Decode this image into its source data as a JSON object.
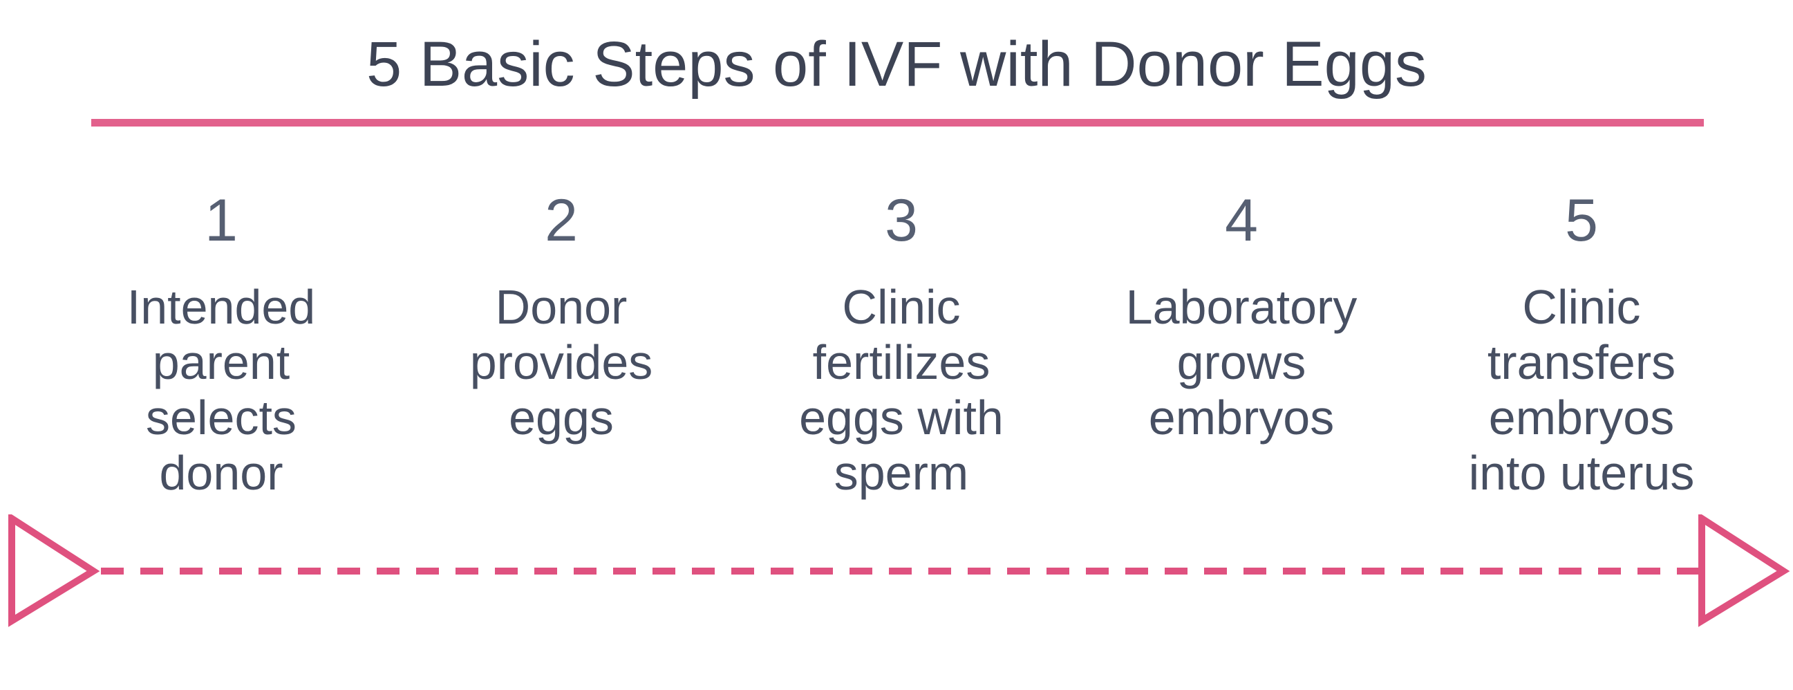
{
  "title": {
    "text": "5 Basic Steps of IVF with Donor Eggs"
  },
  "colors": {
    "title_text": "#3d4354",
    "number_text": "#565f72",
    "description_text": "#474f62",
    "rule_pink": "#e2618c",
    "arrow_pink": "#df517f",
    "background": "#ffffff"
  },
  "steps": [
    {
      "number": "1",
      "label": "Intended\nparent\nselects\ndonor"
    },
    {
      "number": "2",
      "label": "Donor\nprovides\neggs"
    },
    {
      "number": "3",
      "label": "Clinic\nfertilizes\neggs with\nsperm"
    },
    {
      "number": "4",
      "label": "Laboratory\ngrows\nembryos"
    },
    {
      "number": "5",
      "label": "Clinic\ntransfers\nembryos\ninto uterus"
    }
  ],
  "arrow": {
    "direction": "left-to-right",
    "line_style": "dashed"
  }
}
